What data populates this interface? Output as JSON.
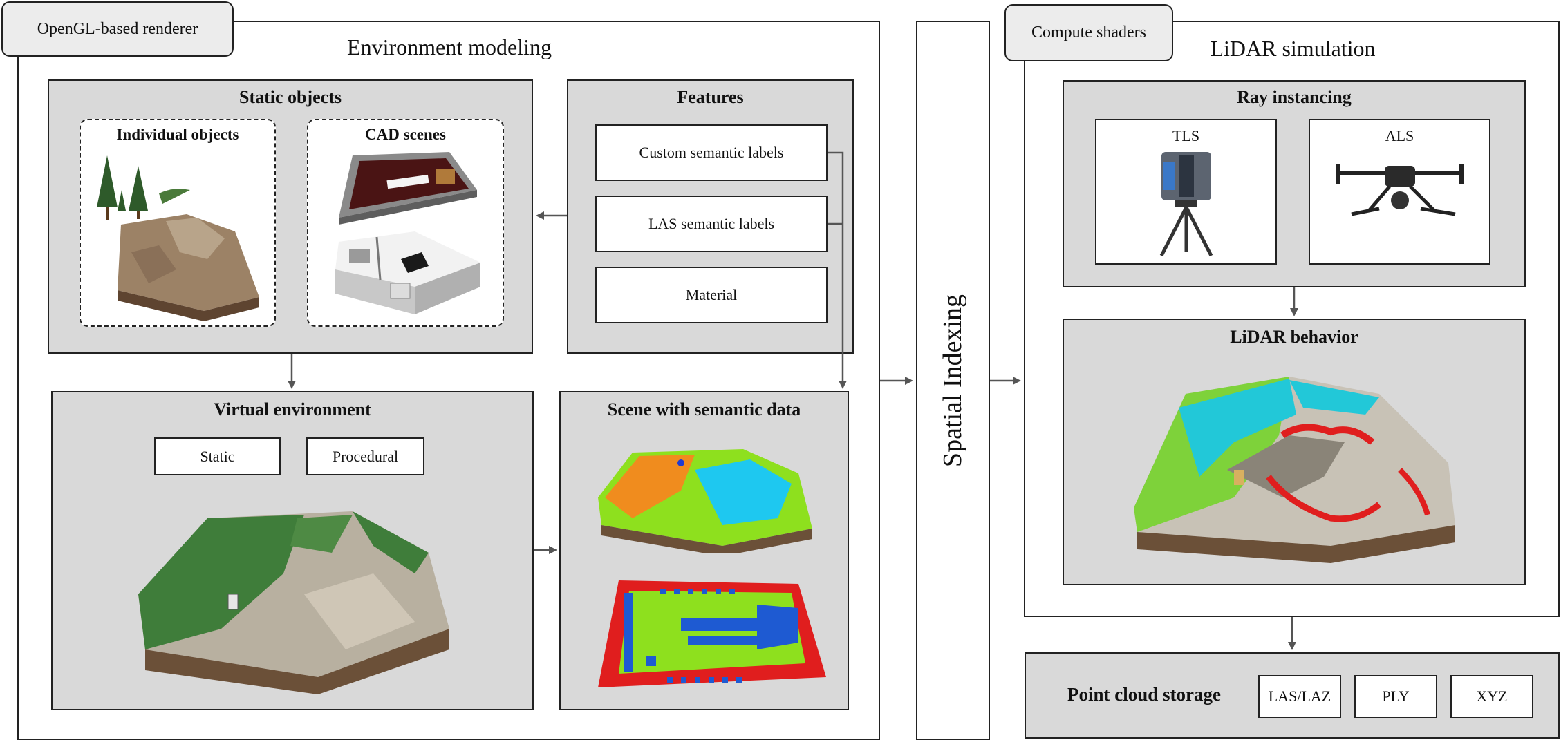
{
  "left_tab": "OpenGL-based renderer",
  "env_title": "Environment modeling",
  "static_objects": {
    "title": "Static objects",
    "individual": "Individual objects",
    "cad": "CAD scenes"
  },
  "features": {
    "title": "Features",
    "items": [
      "Custom semantic labels",
      "LAS semantic labels",
      "Material"
    ]
  },
  "virtual_env": {
    "title": "Virtual environment",
    "buttons": [
      "Static",
      "Procedural"
    ]
  },
  "semantic_scene": {
    "title": "Scene with semantic data"
  },
  "spatial_indexing": "Spatial Indexing",
  "right_tab": "Compute shaders",
  "lidar_title": "LiDAR simulation",
  "ray_instancing": {
    "title": "Ray instancing",
    "tls": "TLS",
    "als": "ALS"
  },
  "lidar_behavior": {
    "title": "LiDAR behavior"
  },
  "storage": {
    "title": "Point cloud storage",
    "formats": [
      "LAS/LAZ",
      "PLY",
      "XYZ"
    ]
  },
  "colors": {
    "panel": "#d9d9d9",
    "border": "#222222",
    "arrow": "#555555",
    "forest": "#3f7d3a",
    "soil": "#7a5a3c",
    "semantic_orange": "#f08c1e",
    "semantic_cyan": "#1ec8f0",
    "semantic_green": "#8ee01e",
    "semantic_blue": "#1e5ad2",
    "semantic_red": "#e01e1e"
  }
}
